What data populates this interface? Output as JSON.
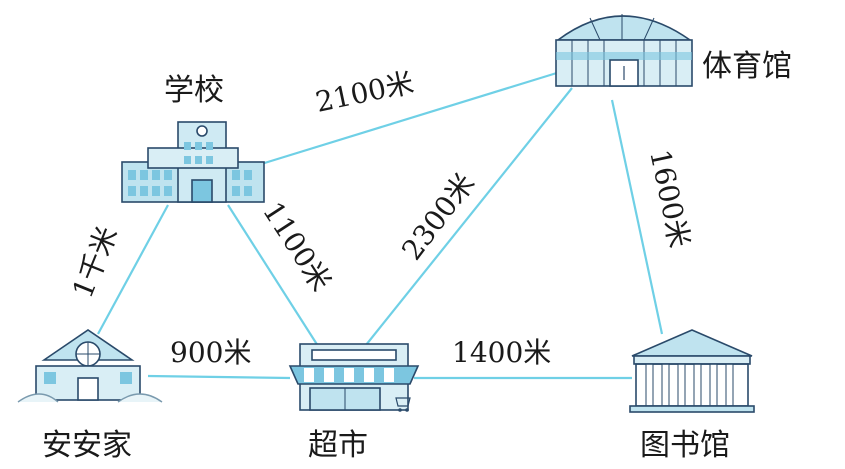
{
  "nodes": {
    "school": {
      "label": "学校"
    },
    "stadium": {
      "label": "体育馆"
    },
    "home": {
      "label": "安安家"
    },
    "supermarket": {
      "label": "超市"
    },
    "library": {
      "label": "图书馆"
    }
  },
  "edges": [
    {
      "from": "school",
      "to": "stadium",
      "label": "2100米"
    },
    {
      "from": "school",
      "to": "home",
      "label": "1千米"
    },
    {
      "from": "school",
      "to": "supermarket",
      "label": "1100米"
    },
    {
      "from": "supermarket",
      "to": "stadium",
      "label": "2300米"
    },
    {
      "from": "stadium",
      "to": "library",
      "label": "1600米"
    },
    {
      "from": "home",
      "to": "supermarket",
      "label": "900米"
    },
    {
      "from": "supermarket",
      "to": "library",
      "label": "1400米"
    }
  ],
  "colors": {
    "edge": "#6fd0e6",
    "building_fill": "#bfe3ef",
    "building_dark": "#2a4a6a",
    "window": "#7cc6e0"
  }
}
